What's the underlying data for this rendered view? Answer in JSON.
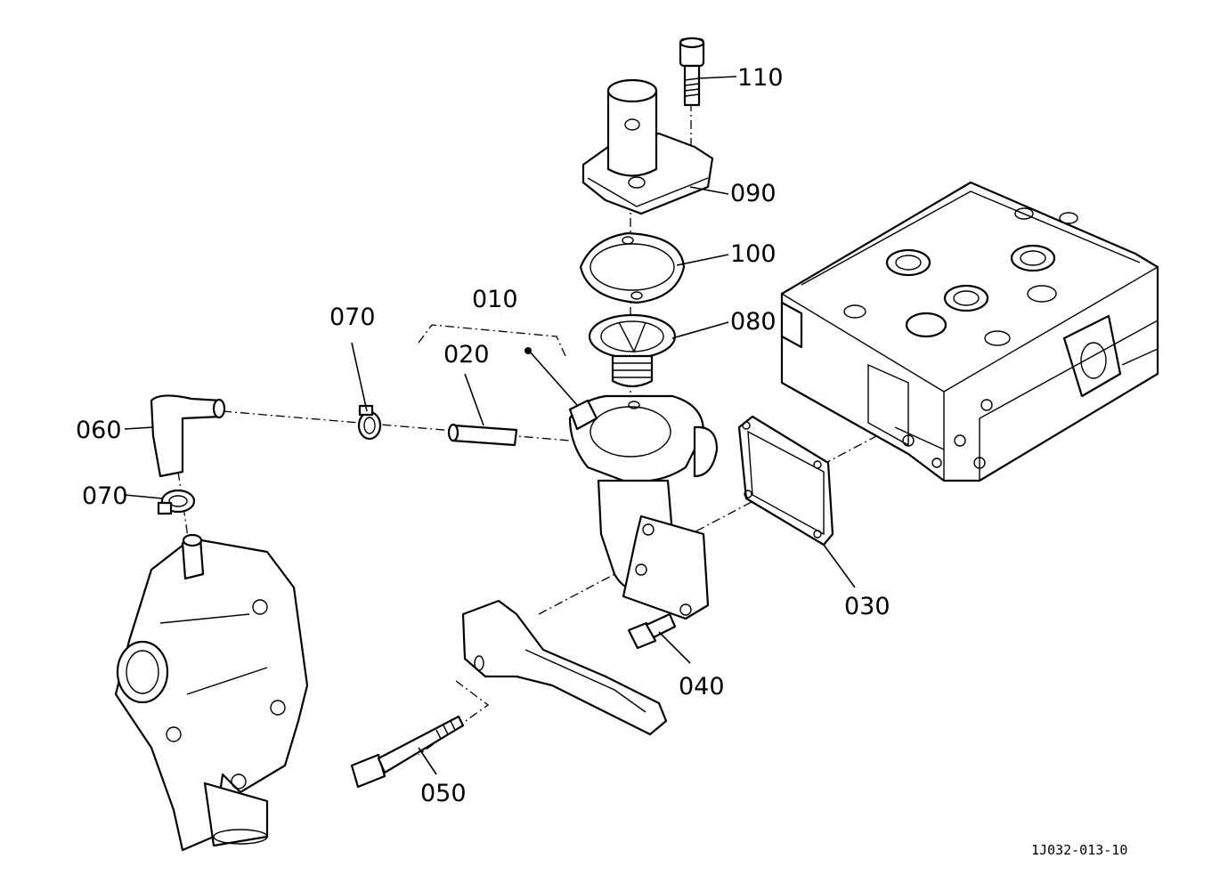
{
  "labels": {
    "p110": "110",
    "p090": "090",
    "p100": "100",
    "p080": "080",
    "p010": "010",
    "p020": "020",
    "p070a": "070",
    "p060": "060",
    "p070b": "070",
    "p030": "030",
    "p040": "040",
    "p050": "050"
  },
  "drawing_ref": "1J032-013-10"
}
